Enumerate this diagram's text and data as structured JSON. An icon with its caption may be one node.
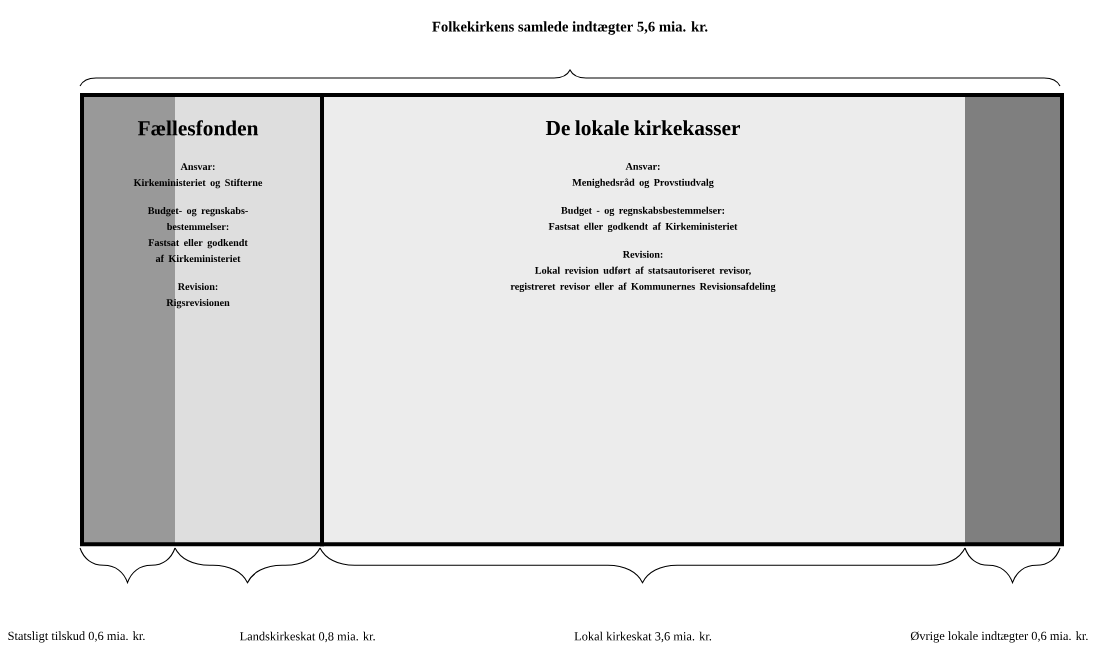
{
  "diagram": {
    "title": "Folkekirkens samlede indtægter 5,6 mia. kr.",
    "nodes": [
      {
        "text": [
          "Fællesfonden",
          "Ansvar:",
          "Kirkeministeriet og Stifterne",
          "Budget- og regnskabs- bestemmelser:",
          "Fastsat eller godkendt af Kirkeministeriet",
          "Revision:",
          "Rigsrevisionen"
        ]
      },
      {
        "text": [
          "De lokale kirkekasser",
          "Ansvar:",
          "Menighedsråd og Provstiudvalg",
          "Budget - og regnskabsbestemmelser:",
          "Fastsat eller godkendt af Kirkeministeriet",
          "Revision:",
          "Lokal revision udført af statsautoriseret revisor, registreret revisor eller af Kommunernes Revisionsafdeling"
        ]
      }
    ],
    "labels": [
      "Statsligt tilskud 0,6 mia. kr.",
      "Landskirkeskat 0,8 mia. kr.",
      "Lokal kirkeskat 3,6 mia. kr.",
      "Øvrige lokale indtægter 0,6 mia. kr."
    ]
  }
}
